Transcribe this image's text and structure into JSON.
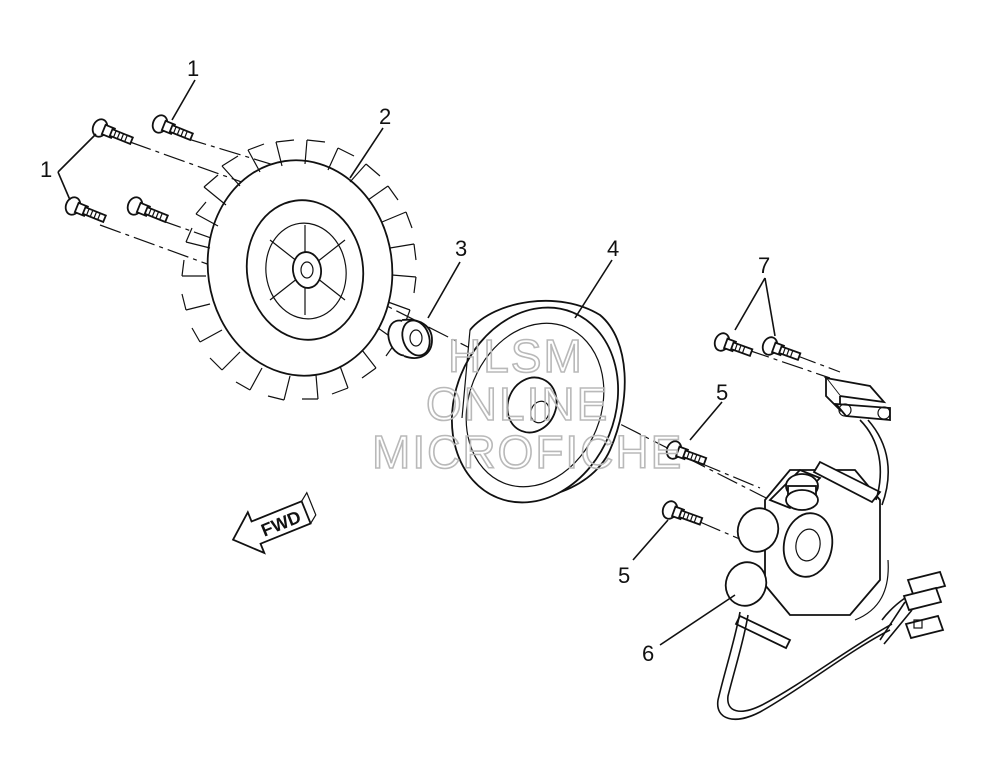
{
  "callouts": [
    {
      "label": "1"
    },
    {
      "label": "1"
    },
    {
      "label": "2"
    },
    {
      "label": "3"
    },
    {
      "label": "4"
    },
    {
      "label": "5"
    },
    {
      "label": "5"
    },
    {
      "label": "6"
    },
    {
      "label": "7"
    }
  ],
  "fwd_label": "FWD",
  "watermark": {
    "line1": "HLSM",
    "line2": "ONLINE",
    "line3": "MICROFICHE"
  }
}
